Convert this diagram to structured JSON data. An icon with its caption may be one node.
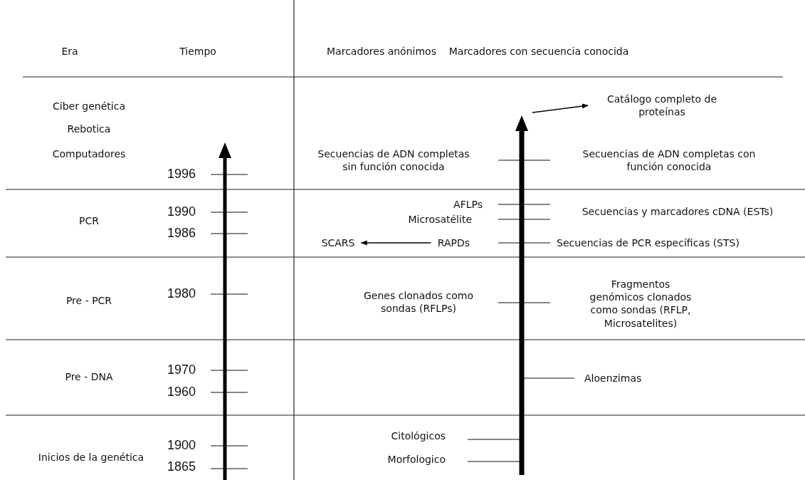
{
  "diagram": {
    "nodes": [
      {
        "text": [
          "Catálogo completo de proteínas"
        ]
      },
      {
        "text": [
          "SCARS"
        ]
      },
      {
        "text": [
          "RAPDs"
        ]
      }
    ],
    "edges": [
      {
        "from": null,
        "to": 0,
        "arrow": "to"
      },
      {
        "from": 2,
        "to": 1,
        "arrow": "to"
      }
    ],
    "labels": [
      "Era",
      "Tiempo",
      "Marcadores anónimos",
      "Marcadores con secuencia conocida",
      "Ciber genética",
      "Rebotica",
      "Computadores",
      "Secuencias de ADN completas sin función conocida",
      "Secuencias de ADN completas con función conocida",
      "1996",
      "PCR",
      "1990",
      "AFLPs",
      "Microsatélite",
      "Secuencias y marcadores cDNA (ESTs)",
      "1986",
      "Secuencias de PCR específicas (STS)",
      "Pre - PCR",
      "1980",
      "Genes clonados como sondas (RFLPs)",
      "Fragmentos genómicos clonados como sondas (RFLP, Microsatelites)",
      "1970",
      "Pre - DNA",
      "Aloenzimas",
      "1960",
      "1900",
      "Citológicos",
      "Inicios de la genética",
      "Morfologico",
      "1865"
    ]
  }
}
